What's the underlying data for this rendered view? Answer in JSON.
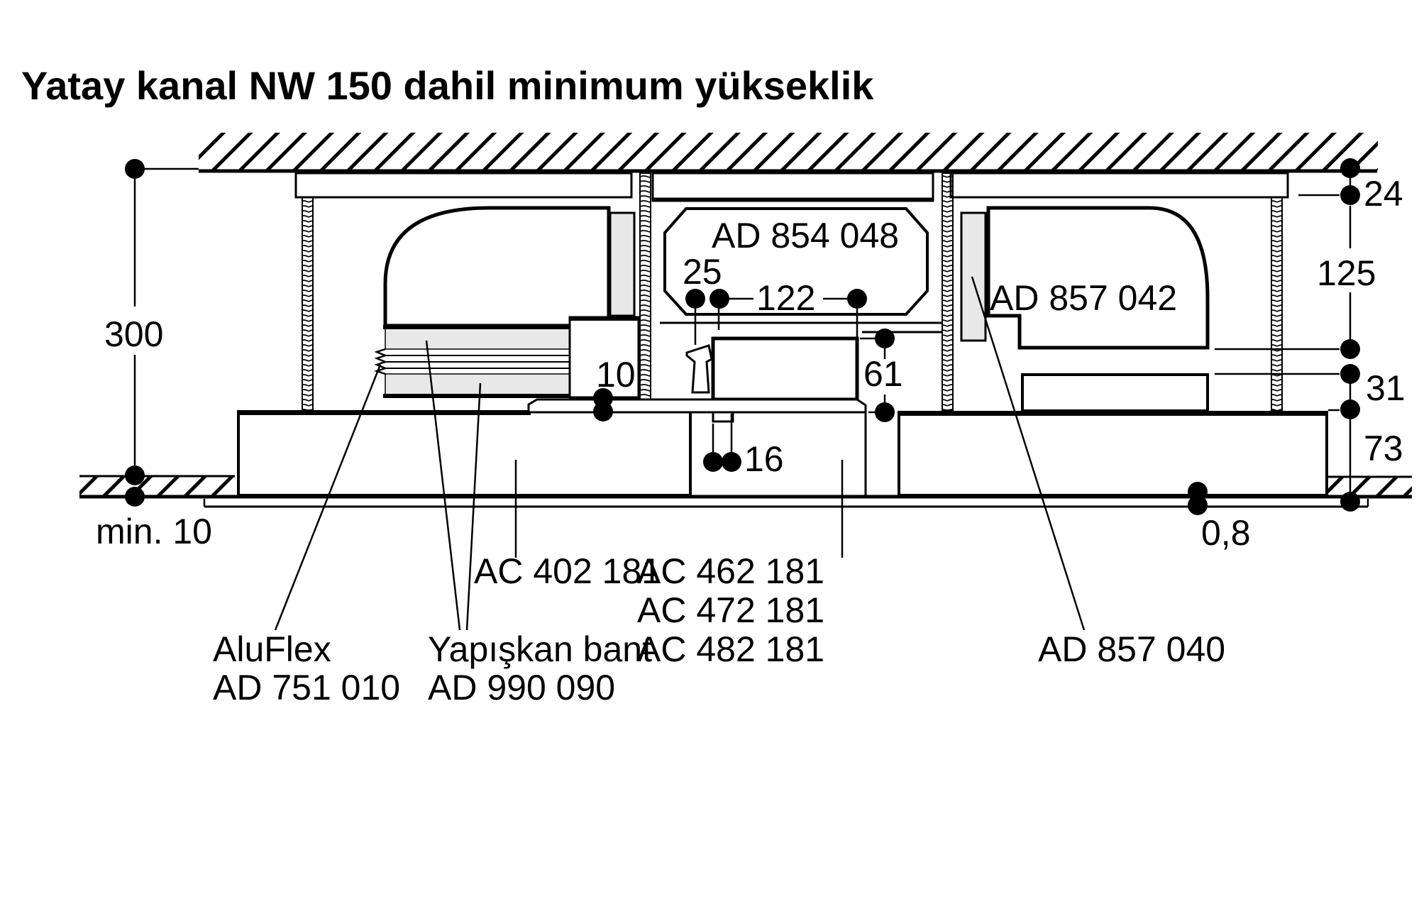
{
  "title": "Yatay kanal NW 150 dahil minimum yükseklik",
  "dimensions": {
    "total_height": "300",
    "floor_clearance": "min. 10",
    "ceiling_panel": "24",
    "duct_drop": "125",
    "outlet_gap": "31",
    "plinth_height": "73",
    "worktop_seal": "0,8",
    "connector_offset": "25",
    "connector_width": "122",
    "base_gap": "10",
    "recess_height": "61",
    "side_clearance": "16"
  },
  "parts": {
    "ceiling_duct": "AD 854 048",
    "right_blower": "AD 857 042",
    "duct_connector": "AD 857 040",
    "left_blower": "AC 402 181",
    "downdraft_models": [
      "AC 462 181",
      "AC 472 181",
      "AC 482 181"
    ],
    "flex_duct_name": "AluFlex",
    "flex_duct_code": "AD 751 010",
    "tape_name": "Yapışkan bant",
    "tape_code": "AD 990 090"
  },
  "colors": {
    "line": "#000000",
    "shade": "#e8e8e8",
    "background": "#ffffff"
  }
}
